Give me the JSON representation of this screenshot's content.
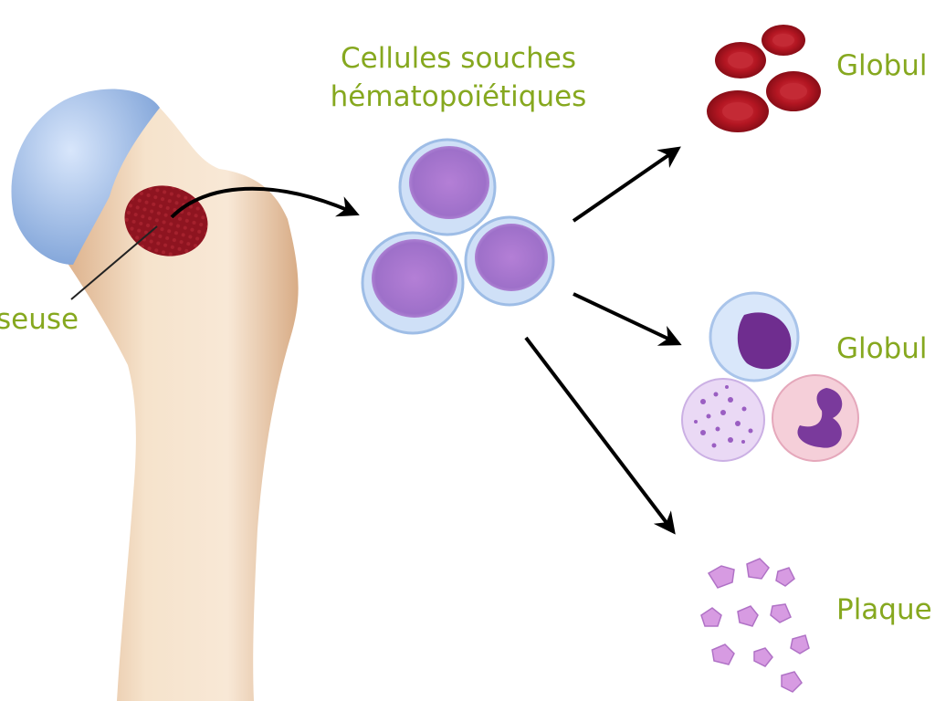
{
  "labels": {
    "marrow": "seuse",
    "stem_line1": "Cellules souches",
    "stem_line2": "hématopoïétiques",
    "red": "Globul",
    "white": "Globul",
    "platelets": "Plaque"
  },
  "colors": {
    "label_green": "#86a81f",
    "bone": "#f1d9bd",
    "cartilage": "#a9c4ea",
    "marrow": "#8e1420",
    "red_cell": "#a8121e",
    "stem_nucleus": "#a56bc4",
    "platelet": "#d79be2"
  }
}
